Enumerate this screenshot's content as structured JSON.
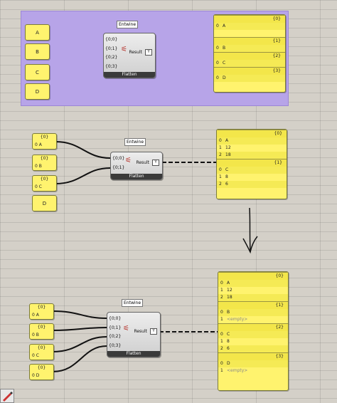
{
  "comp_name": "Entwine",
  "comp_output": "Result",
  "comp_footer": "Flatten",
  "y_label": "Y",
  "empty_text": "<empty>",
  "top": {
    "params": [
      "A",
      "B",
      "C",
      "D"
    ],
    "inputs": [
      "{0;0}",
      "{0;1}",
      "{0;2}",
      "{0;3}"
    ],
    "panel": [
      {
        "path": "{0}",
        "rows": [
          [
            "0",
            "A"
          ]
        ]
      },
      {
        "path": "{1}",
        "rows": [
          [
            "0",
            "B"
          ]
        ]
      },
      {
        "path": "{2}",
        "rows": [
          [
            "0",
            "C"
          ]
        ]
      },
      {
        "path": "{3}",
        "rows": [
          [
            "0",
            "D"
          ]
        ]
      }
    ]
  },
  "middle": {
    "params": [
      {
        "path": "{0}",
        "label": "0 A"
      },
      {
        "path": "{0}",
        "label": "0 B"
      },
      {
        "path": "{0}",
        "label": "0 C"
      },
      {
        "path": "",
        "label": "D"
      }
    ],
    "inputs": [
      "{0;0}",
      "{0;1}"
    ],
    "panel": [
      {
        "path": "{0}",
        "rows": [
          [
            "0",
            "A"
          ],
          [
            "1",
            "12"
          ],
          [
            "2",
            "18"
          ]
        ]
      },
      {
        "path": "{1}",
        "rows": [
          [
            "0",
            "C"
          ],
          [
            "1",
            "8"
          ],
          [
            "2",
            "6"
          ]
        ]
      }
    ]
  },
  "bottom": {
    "params": [
      {
        "path": "{0}",
        "label": "0 A"
      },
      {
        "path": "{0}",
        "label": "0 B"
      },
      {
        "path": "{0}",
        "label": "0 C"
      },
      {
        "path": "{0}",
        "label": "0 D"
      }
    ],
    "inputs": [
      "{0;0}",
      "{0;1}",
      "{0;2}",
      "{0;3}"
    ],
    "panel": [
      {
        "path": "{0}",
        "rows": [
          [
            "0",
            "A"
          ],
          [
            "1",
            "12"
          ],
          [
            "2",
            "18"
          ]
        ]
      },
      {
        "path": "{1}",
        "rows": [
          [
            "0",
            "B"
          ],
          [
            "1",
            "<empty>"
          ]
        ]
      },
      {
        "path": "{2}",
        "rows": [
          [
            "0",
            "C"
          ],
          [
            "1",
            "8"
          ],
          [
            "2",
            "6"
          ]
        ]
      },
      {
        "path": "{3}",
        "rows": [
          [
            "0",
            "D"
          ],
          [
            "1",
            "<empty>"
          ]
        ]
      }
    ]
  },
  "colors": {
    "group": "#b7a4e8",
    "param": "#fff36e",
    "panel": "#fff36e",
    "wire": "#111111"
  }
}
